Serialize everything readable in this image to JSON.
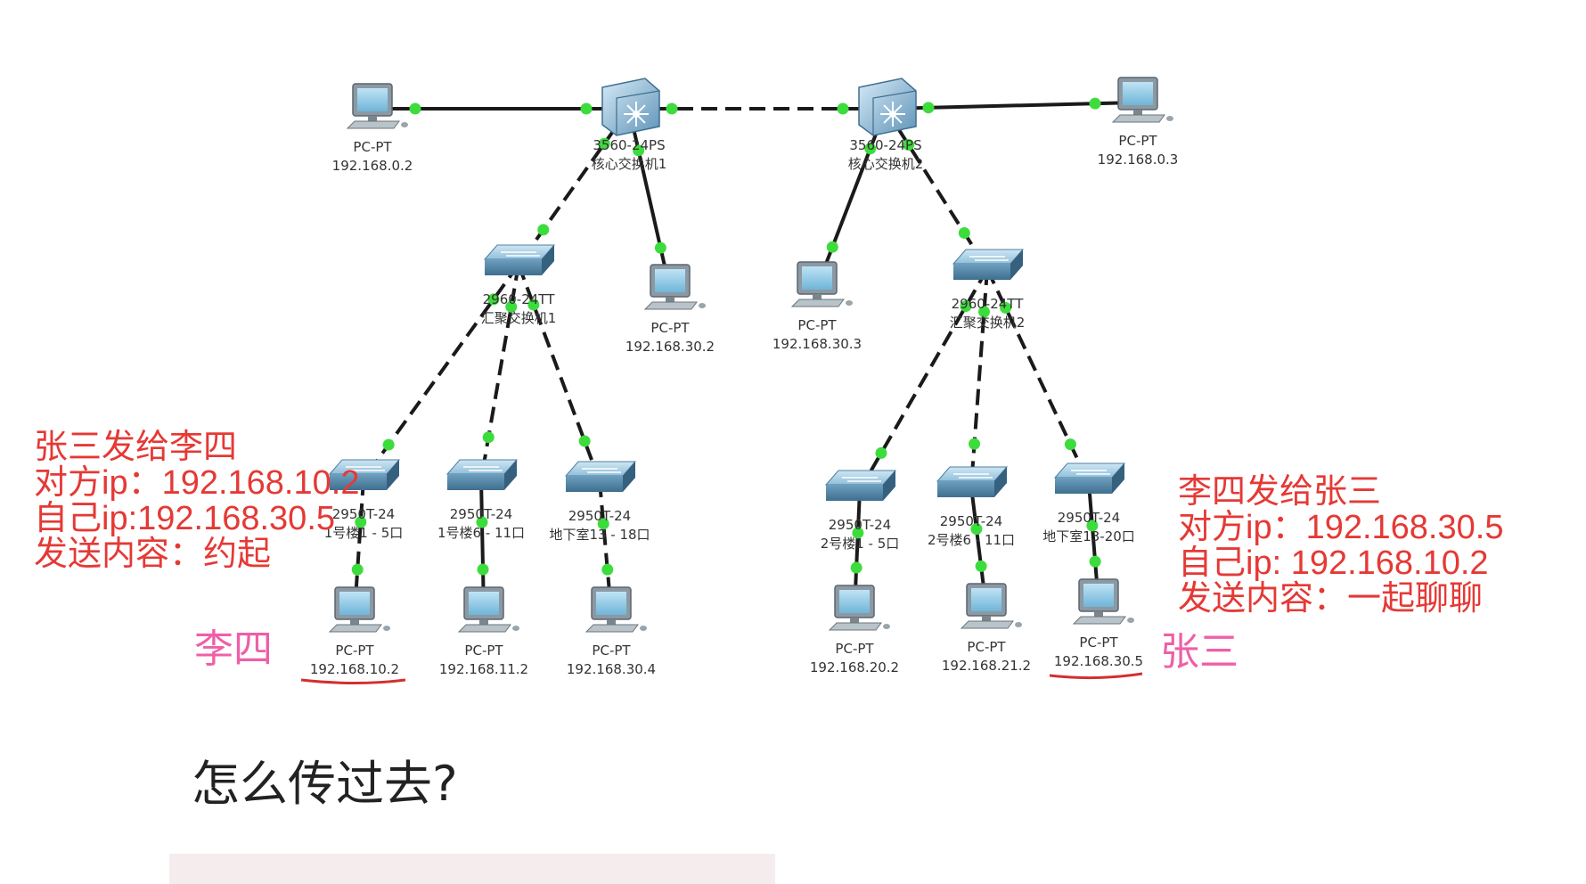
{
  "devices": [
    {
      "id": "pc1",
      "kind": "pc",
      "line1": "PC-PT",
      "line2": "192.168.0.2"
    },
    {
      "id": "core1",
      "kind": "core",
      "line1": "3560-24PS",
      "line2": "核心交换机1"
    },
    {
      "id": "core2",
      "kind": "core",
      "line1": "3560-24PS",
      "line2": "核心交换机2"
    },
    {
      "id": "pc2",
      "kind": "pc",
      "line1": "PC-PT",
      "line2": "192.168.0.3"
    },
    {
      "id": "agg1",
      "kind": "switch",
      "line1": "2960-24TT",
      "line2": "汇聚交换机1"
    },
    {
      "id": "pc3",
      "kind": "pc",
      "line1": "PC-PT",
      "line2": "192.168.30.2"
    },
    {
      "id": "pc4",
      "kind": "pc",
      "line1": "PC-PT",
      "line2": "192.168.30.3"
    },
    {
      "id": "agg2",
      "kind": "switch",
      "line1": "2960-24TT",
      "line2": "汇聚交换机2"
    },
    {
      "id": "acc1",
      "kind": "switch",
      "line1": "2950T-24",
      "line2": "1号楼1 - 5口"
    },
    {
      "id": "acc2",
      "kind": "switch",
      "line1": "2950T-24",
      "line2": "1号楼6 - 11口"
    },
    {
      "id": "acc3",
      "kind": "switch",
      "line1": "2950T-24",
      "line2": "地下室13 - 18口"
    },
    {
      "id": "acc4",
      "kind": "switch",
      "line1": "2950T-24",
      "line2": "2号楼1 - 5口"
    },
    {
      "id": "acc5",
      "kind": "switch",
      "line1": "2950T-24",
      "line2": "2号楼6 - 11口"
    },
    {
      "id": "acc6",
      "kind": "switch",
      "line1": "2950T-24",
      "line2": "地下室13-20口"
    },
    {
      "id": "pc5",
      "kind": "pc",
      "line1": "PC-PT",
      "line2": "192.168.10.2"
    },
    {
      "id": "pc6",
      "kind": "pc",
      "line1": "PC-PT",
      "line2": "192.168.11.2"
    },
    {
      "id": "pc7",
      "kind": "pc",
      "line1": "PC-PT",
      "line2": "192.168.30.4"
    },
    {
      "id": "pc8",
      "kind": "pc",
      "line1": "PC-PT",
      "line2": "192.168.20.2"
    },
    {
      "id": "pc9",
      "kind": "pc",
      "line1": "PC-PT",
      "line2": "192.168.21.2"
    },
    {
      "id": "pc10",
      "kind": "pc",
      "line1": "PC-PT",
      "line2": "192.168.30.5"
    }
  ],
  "links": [
    {
      "from": "pc1",
      "to": "core1",
      "style": "solid"
    },
    {
      "from": "core1",
      "to": "core2",
      "style": "dashed"
    },
    {
      "from": "core2",
      "to": "pc2",
      "style": "solid"
    },
    {
      "from": "core1",
      "to": "agg1",
      "style": "dashed"
    },
    {
      "from": "core1",
      "to": "pc3",
      "style": "solid"
    },
    {
      "from": "core2",
      "to": "pc4",
      "style": "solid"
    },
    {
      "from": "core2",
      "to": "agg2",
      "style": "dashed"
    },
    {
      "from": "agg1",
      "to": "acc1",
      "style": "dashed"
    },
    {
      "from": "agg1",
      "to": "acc2",
      "style": "dashed"
    },
    {
      "from": "agg1",
      "to": "acc3",
      "style": "dashed"
    },
    {
      "from": "agg2",
      "to": "acc4",
      "style": "dashed"
    },
    {
      "from": "agg2",
      "to": "acc5",
      "style": "dashed"
    },
    {
      "from": "agg2",
      "to": "acc6",
      "style": "dashed"
    },
    {
      "from": "acc1",
      "to": "pc5",
      "style": "dashed"
    },
    {
      "from": "acc2",
      "to": "pc6",
      "style": "solid"
    },
    {
      "from": "acc3",
      "to": "pc7",
      "style": "dashed"
    },
    {
      "from": "acc4",
      "to": "pc8",
      "style": "solid"
    },
    {
      "from": "acc5",
      "to": "pc9",
      "style": "solid"
    },
    {
      "from": "acc6",
      "to": "pc10",
      "style": "solid"
    }
  ],
  "annotations": {
    "left": {
      "title": "张三发给李四",
      "peer_ip": "对方ip：192.168.10.2",
      "own_ip": "自己ip:192.168.30.5",
      "content": "发送内容：约起"
    },
    "right": {
      "title": "李四发给张三",
      "peer_ip": "对方ip：192.168.30.5",
      "own_ip": "自己ip: 192.168.10.2",
      "content": "发送内容：一起聊聊"
    },
    "person_left": "李四",
    "person_right": "张三"
  },
  "question": "怎么传过去?",
  "colors": {
    "annotation": "#e53935",
    "person": "#ef5fa7",
    "link_dot": "#3ddc3d",
    "underline": "#d32f2f"
  }
}
